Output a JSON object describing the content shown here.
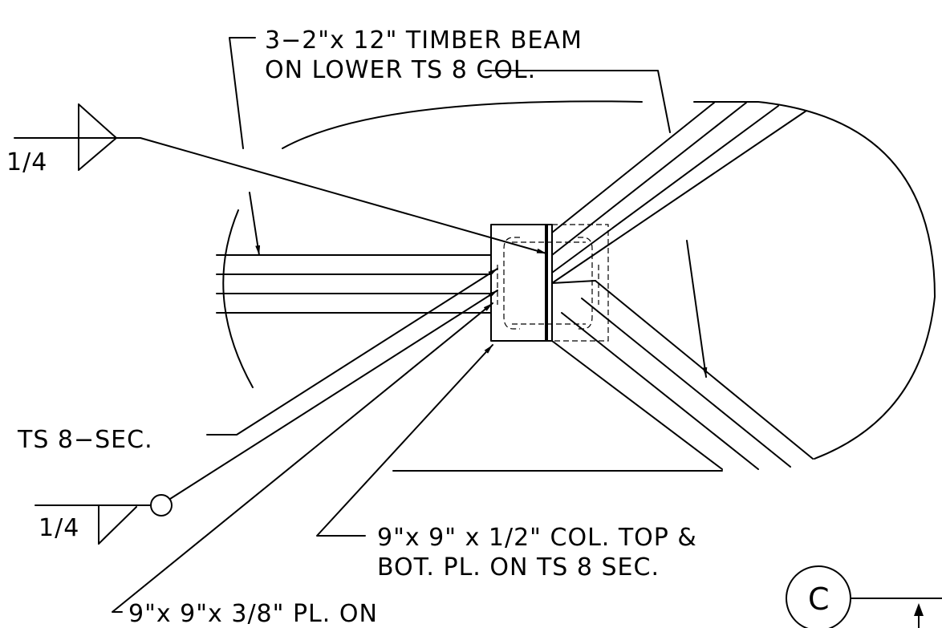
{
  "labels": {
    "beam_line1": "3−2\"x 12\" TIMBER BEAM",
    "beam_line2": "ON LOWER TS 8 COL.",
    "weld_top": "1/4",
    "ts_sec": "TS 8−SEC.",
    "weld_bottom": "1/4",
    "plate_line1": "9\"x 9\" x 1/2\" COL. TOP &",
    "plate_line2": "BOT. PL. ON TS 8 SEC.",
    "plate_bottom": "9\"x 9\"x 3/8\" PL. ON",
    "section_marker": "C"
  }
}
